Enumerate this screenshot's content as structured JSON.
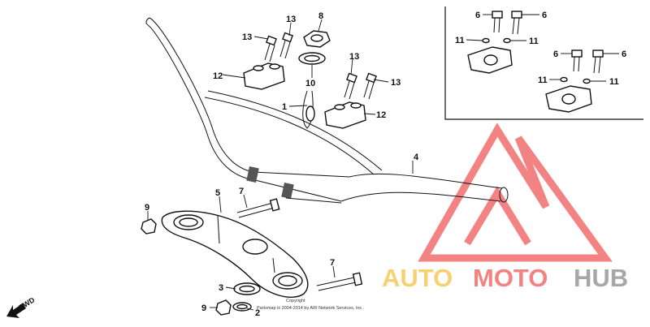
{
  "diagram": {
    "callouts": {
      "c1": "1",
      "c2": "2",
      "c3": "3",
      "c4": "4",
      "c5": "5",
      "c6a": "6",
      "c6b": "6",
      "c6c": "6",
      "c6d": "6",
      "c7a": "7",
      "c7b": "7",
      "c8": "8",
      "c9a": "9",
      "c9b": "9",
      "c10": "10",
      "c11a": "11",
      "c11b": "11",
      "c11c": "11",
      "c11d": "11",
      "c12a": "12",
      "c12b": "12",
      "c13a": "13",
      "c13b": "13",
      "c13c": "13",
      "c13d": "13"
    },
    "direction_label": "FWD",
    "copyright_line1": "Copyright",
    "copyright_line2": "Partsmap is 2004-2014 by ARI Network Services, Inc."
  },
  "watermark": {
    "word1": "AUTO",
    "word2": "MOTO",
    "word3": "HUB",
    "colors": {
      "yellow": "#f5c242",
      "red": "#f05a5a",
      "gray": "#8a8a8a"
    }
  }
}
